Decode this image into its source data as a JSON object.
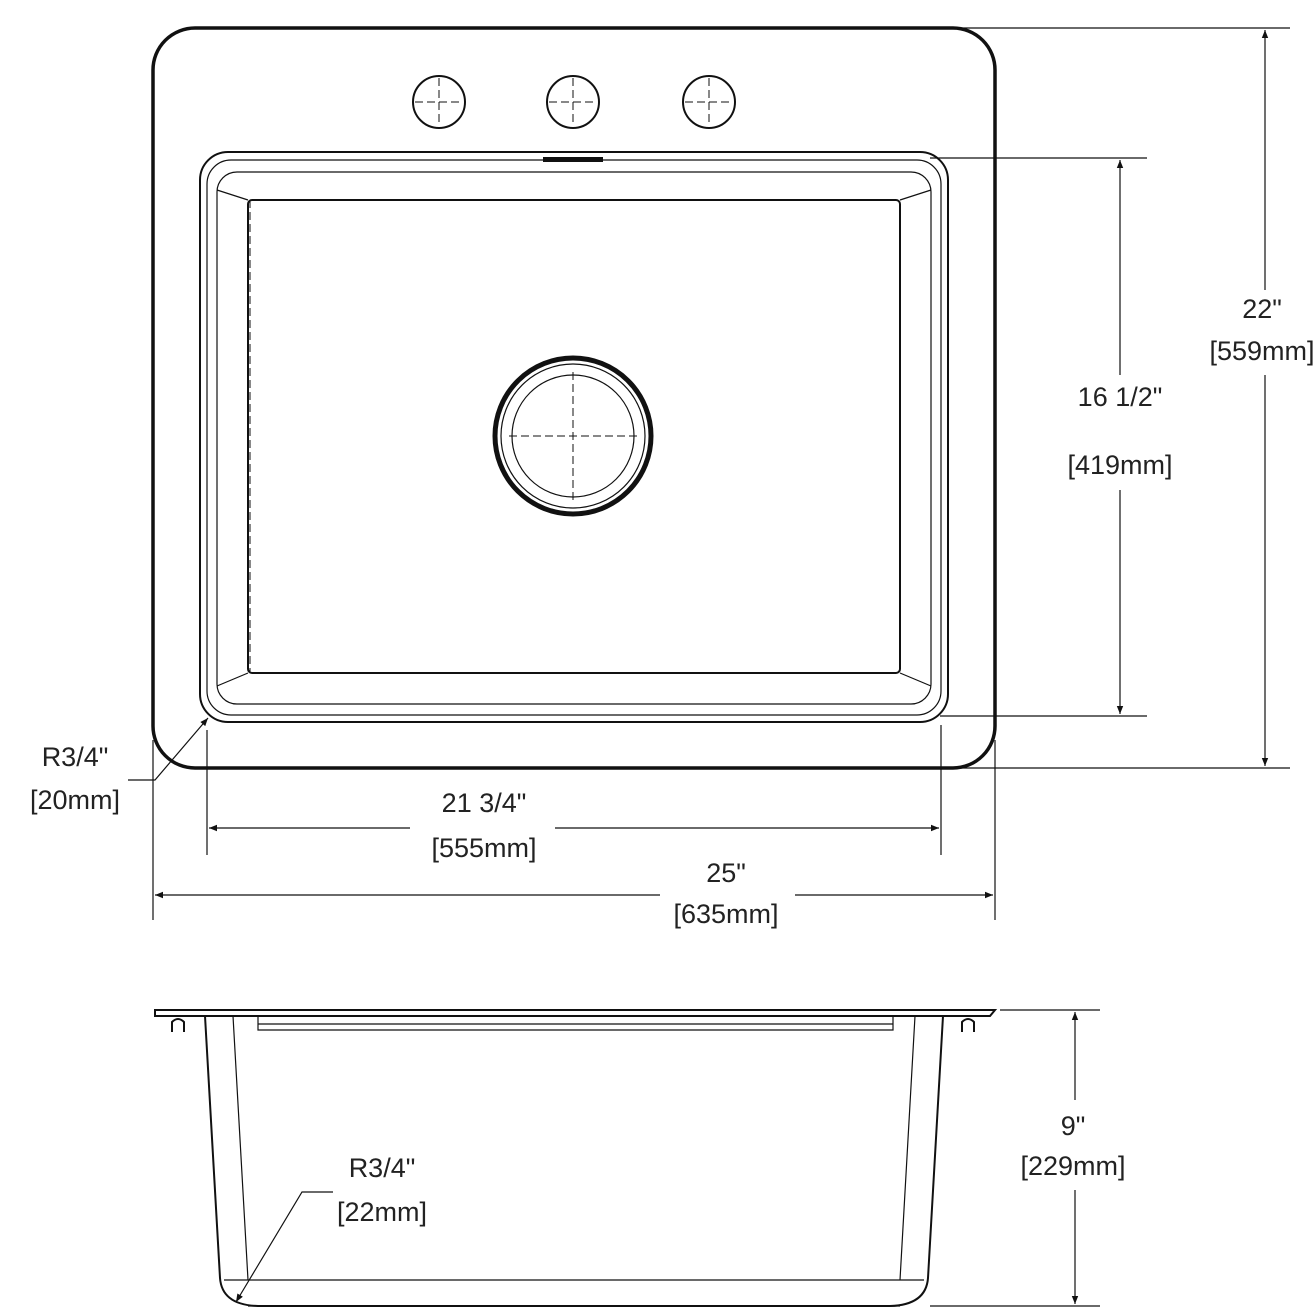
{
  "top_view": {
    "overall_height": {
      "imperial": "22\"",
      "metric": "[559mm]"
    },
    "bowl_length": {
      "imperial": "16 1/2\"",
      "metric": "[419mm]"
    },
    "bowl_width": {
      "imperial": "21 3/4\"",
      "metric": "[555mm]"
    },
    "overall_width": {
      "imperial": "25\"",
      "metric": "[635mm]"
    },
    "corner_radius": {
      "imperial": "R3/4\"",
      "metric": "[20mm]"
    },
    "faucet_holes": 3
  },
  "side_view": {
    "depth": {
      "imperial": "9\"",
      "metric": "[229mm]"
    },
    "corner_radius": {
      "imperial": "R3/4\"",
      "metric": "[22mm]"
    }
  }
}
